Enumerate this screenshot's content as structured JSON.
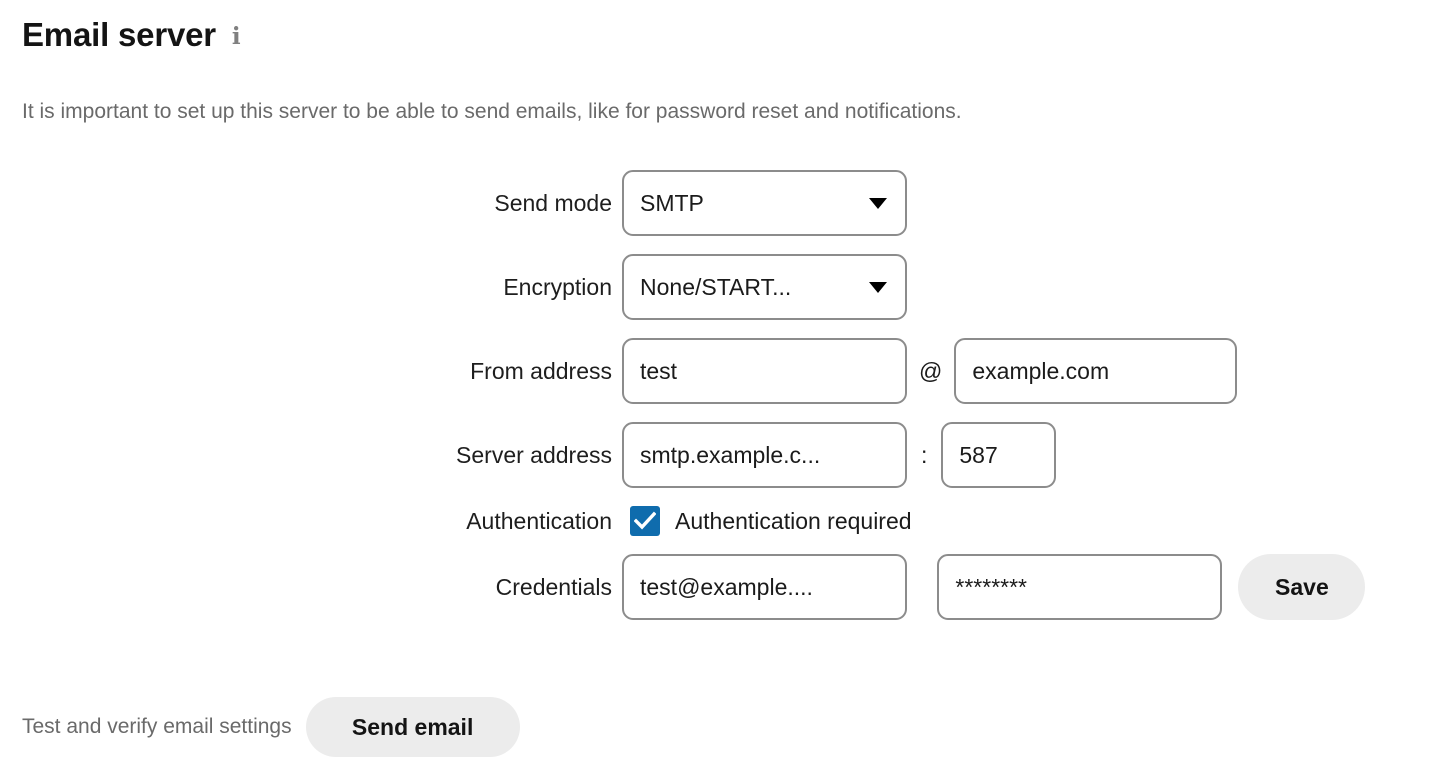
{
  "header": {
    "title": "Email server",
    "info_icon": "info-icon",
    "description": "It is important to set up this server to be able to send emails, like for password reset and notifications."
  },
  "form": {
    "send_mode": {
      "label": "Send mode",
      "value": "SMTP",
      "caret_icon": "chevron-down-icon"
    },
    "encryption": {
      "label": "Encryption",
      "value": "None/START...",
      "caret_icon": "chevron-down-icon"
    },
    "from_address": {
      "label": "From address",
      "local_value": "test",
      "separator": "@",
      "domain_value": "example.com"
    },
    "server_address": {
      "label": "Server address",
      "host_value": "smtp.example.c...",
      "separator": ":",
      "port_value": "587"
    },
    "authentication": {
      "label": "Authentication",
      "checked": true,
      "checkbox_label": "Authentication required"
    },
    "credentials": {
      "label": "Credentials",
      "username_value": "test@example....",
      "password_value": "********",
      "save_label": "Save"
    }
  },
  "footer": {
    "text": "Test and verify email settings",
    "send_label": "Send email"
  },
  "colors": {
    "accent": "#0f6cad",
    "border": "#8c8c8c",
    "button_bg": "#ececec",
    "muted_text": "#6a6a6a",
    "text": "#1b1b1b"
  }
}
